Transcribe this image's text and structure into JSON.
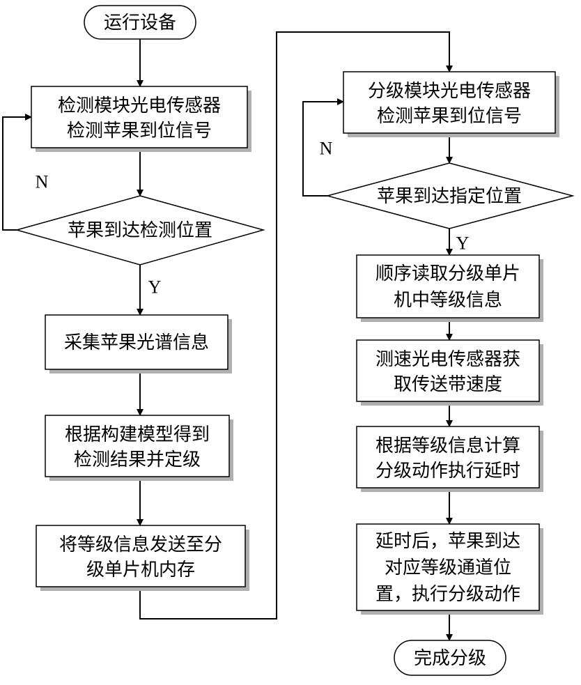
{
  "colors": {
    "stroke": "#000000",
    "fill": "#ffffff",
    "shadow": "#b0b0b0"
  },
  "nodes": {
    "start": {
      "line1": "运行设备"
    },
    "detect_sensor": {
      "line1": "检测模块光电传感器",
      "line2": "检测苹果到位信号"
    },
    "detect_decision": {
      "line1": "苹果到达检测位置"
    },
    "collect_spectrum": {
      "line1": "采集苹果光谱信息"
    },
    "model_grade": {
      "line1": "根据构建模型得到",
      "line2": "检测结果并定级"
    },
    "send_grade": {
      "line1": "将等级信息发送至分",
      "line2": "级单片机内存"
    },
    "grading_sensor": {
      "line1": "分级模块光电传感器",
      "line2": "检测苹果到位信号"
    },
    "position_decision": {
      "line1": "苹果到达指定位置"
    },
    "read_grade": {
      "line1": "顺序读取分级单片",
      "line2": "机中等级信息"
    },
    "speed_sensor": {
      "line1": "测速光电传感器获",
      "line2": "取传送带速度"
    },
    "compute_delay": {
      "line1": "根据等级信息计算",
      "line2": "分级动作执行延时"
    },
    "execute_grading": {
      "line1": "延时后，苹果到达",
      "line2": "对应等级通道位",
      "line3": "置，执行分级动作"
    },
    "end": {
      "line1": "完成分级"
    }
  },
  "labels": {
    "detect_no": "N",
    "detect_yes": "Y",
    "position_no": "N",
    "position_yes": "Y"
  }
}
